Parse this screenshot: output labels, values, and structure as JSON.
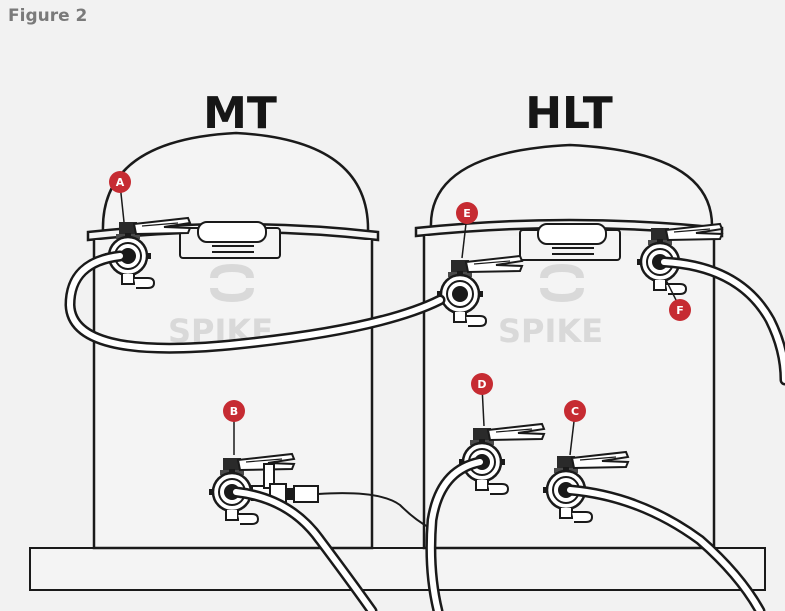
{
  "figure": {
    "label": "Figure 2"
  },
  "tanks": [
    {
      "id": "mt",
      "title": "MT",
      "watermark": "SPIKE"
    },
    {
      "id": "hlt",
      "title": "HLT",
      "watermark": "SPIKE"
    }
  ],
  "callouts": [
    "A",
    "B",
    "C",
    "D",
    "E",
    "F"
  ],
  "colors": {
    "background": "#f2f2f2",
    "tank_fill": "#f4f4f4",
    "line": "#1a1a1a",
    "callout": "#c62b32",
    "watermark": "#d9d9d9"
  }
}
